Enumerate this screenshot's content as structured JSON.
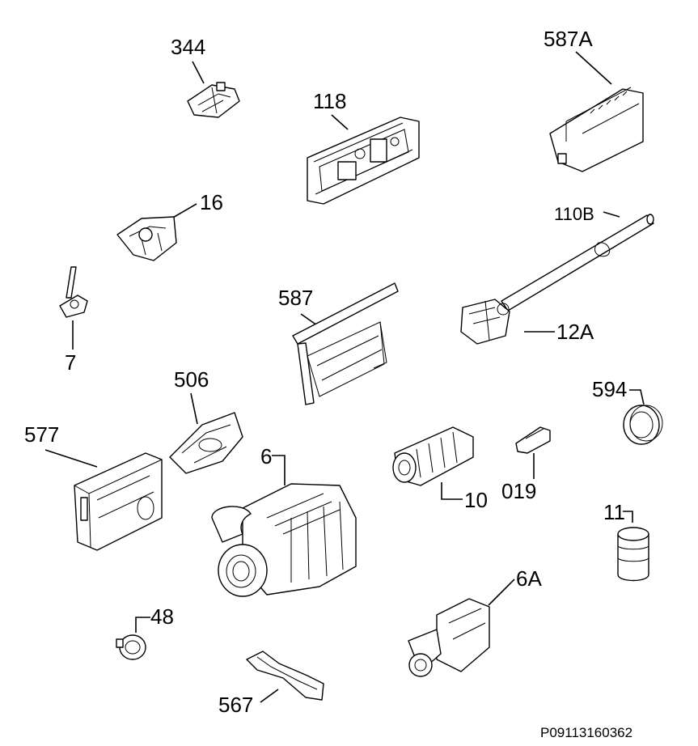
{
  "diagram": {
    "reference_number": "P09113160362",
    "parts": [
      {
        "id": "344",
        "label": "344"
      },
      {
        "id": "587A",
        "label": "587A"
      },
      {
        "id": "118",
        "label": "118"
      },
      {
        "id": "16",
        "label": "16"
      },
      {
        "id": "110B",
        "label": "110B"
      },
      {
        "id": "7",
        "label": "7"
      },
      {
        "id": "587",
        "label": "587"
      },
      {
        "id": "12A",
        "label": "12A"
      },
      {
        "id": "506",
        "label": "506"
      },
      {
        "id": "594",
        "label": "594"
      },
      {
        "id": "577",
        "label": "577"
      },
      {
        "id": "6",
        "label": "6"
      },
      {
        "id": "10",
        "label": "10"
      },
      {
        "id": "019",
        "label": "019"
      },
      {
        "id": "11",
        "label": "11"
      },
      {
        "id": "6A",
        "label": "6A"
      },
      {
        "id": "48",
        "label": "48"
      },
      {
        "id": "567",
        "label": "567"
      }
    ]
  }
}
